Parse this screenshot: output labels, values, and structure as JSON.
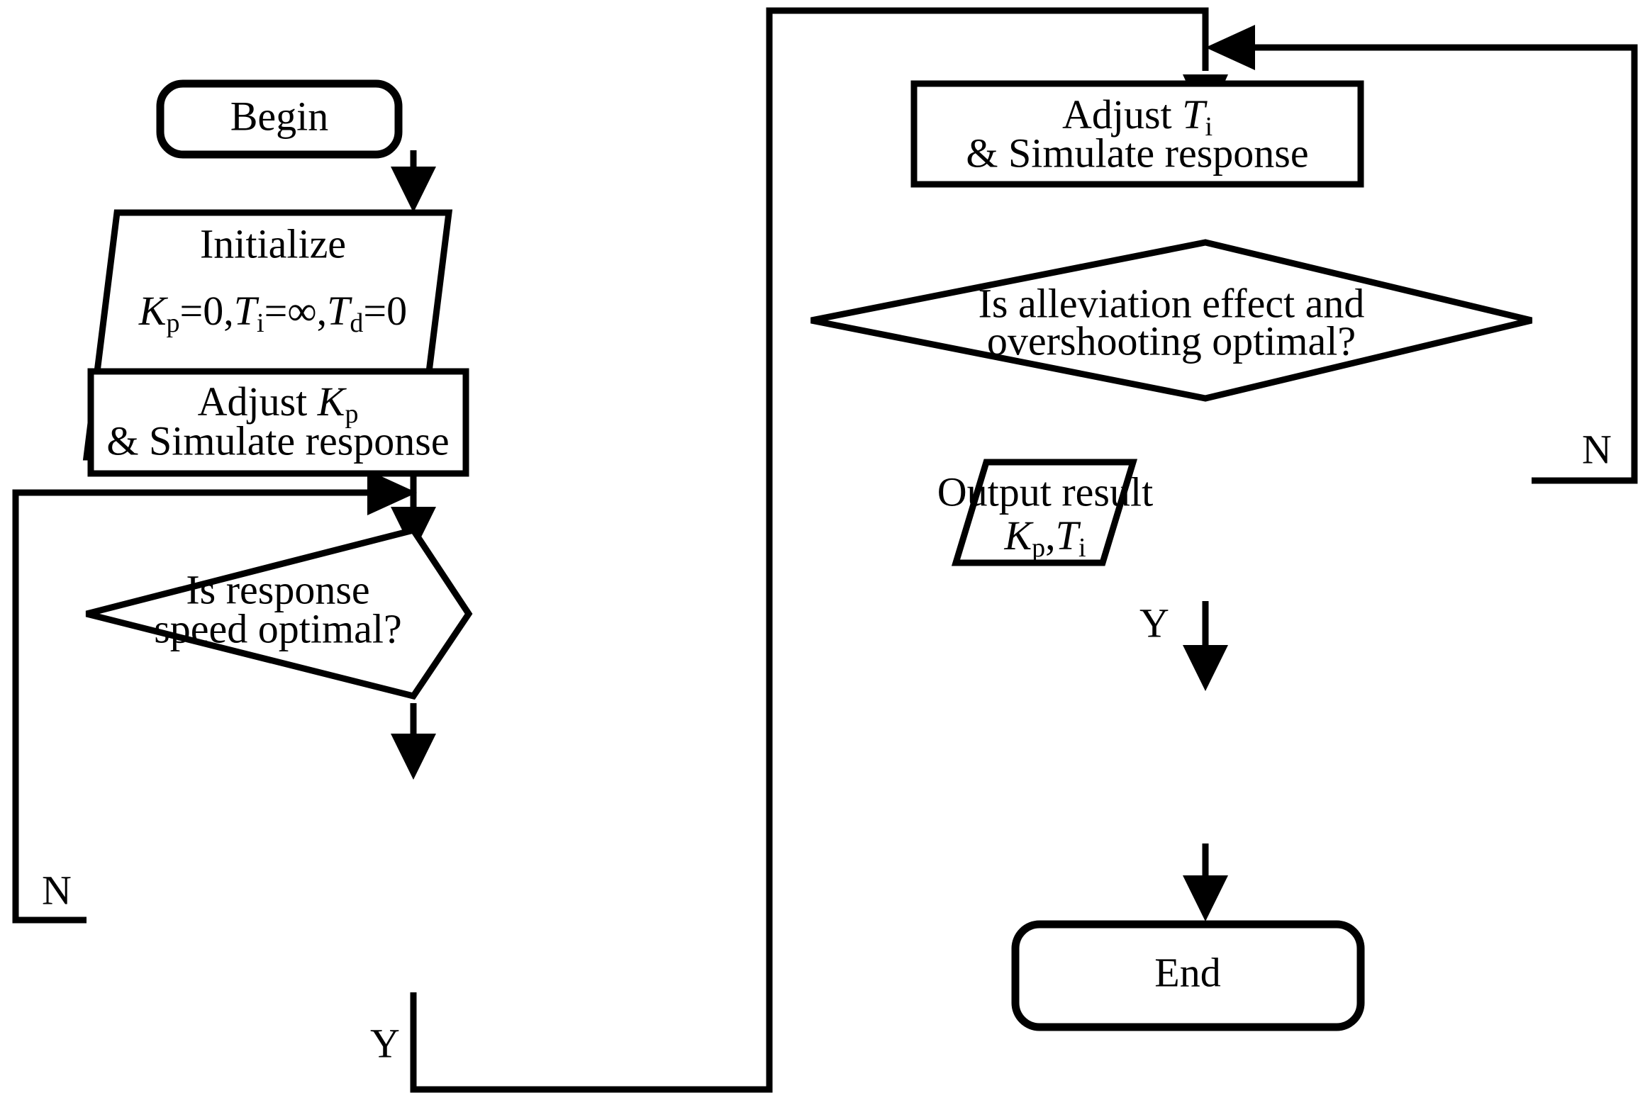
{
  "diagram": {
    "type": "flowchart",
    "title": "PID parameter tuning flowchart",
    "background_color": "#ffffff",
    "line_color": "#000000"
  },
  "nodes": {
    "begin": {
      "shape": "terminator",
      "label": "Begin"
    },
    "initialize": {
      "shape": "parallelogram",
      "line1": "Initialize",
      "line2_parts": {
        "k": "K",
        "k_sub": "p",
        "eq1": "=0,",
        "t1": "T",
        "t1_sub": "i",
        "eq2": "=∞,",
        "t2": "T",
        "t2_sub": "d",
        "eq3": "=0"
      },
      "line2_plain": "Kp=0,Ti=∞,Td=0"
    },
    "adjust_kp": {
      "shape": "process",
      "line1_prefix": "Adjust ",
      "line1_var": "K",
      "line1_var_sub": "p",
      "line2": "& Simulate response"
    },
    "decision_speed": {
      "shape": "decision",
      "line1": "Is response",
      "line2": "speed optimal?",
      "yes_label": "Y",
      "no_label": "N"
    },
    "adjust_ti": {
      "shape": "process",
      "line1_prefix": "Adjust ",
      "line1_var": "T",
      "line1_var_sub": "i",
      "line2": "& Simulate response"
    },
    "decision_alleviation": {
      "shape": "decision",
      "line1": "Is alleviation effect and",
      "line2": "overshooting optimal?",
      "yes_label": "Y",
      "no_label": "N"
    },
    "output_result": {
      "shape": "parallelogram",
      "line1": "Output result",
      "line2_parts": {
        "k": "K",
        "k_sub": "p",
        "comma": ",",
        "t": "T",
        "t_sub": "i"
      },
      "line2_plain": "Kp,Ti"
    },
    "end": {
      "shape": "terminator",
      "label": "End"
    }
  },
  "edges": [
    {
      "from": "begin",
      "to": "initialize",
      "label": ""
    },
    {
      "from": "initialize",
      "to": "adjust_kp",
      "label": ""
    },
    {
      "from": "adjust_kp",
      "to": "decision_speed",
      "label": ""
    },
    {
      "from": "decision_speed",
      "to": "adjust_kp",
      "label": "N"
    },
    {
      "from": "decision_speed",
      "to": "adjust_ti",
      "label": "Y"
    },
    {
      "from": "adjust_ti",
      "to": "decision_alleviation",
      "label": ""
    },
    {
      "from": "decision_alleviation",
      "to": "adjust_ti",
      "label": "N"
    },
    {
      "from": "decision_alleviation",
      "to": "output_result",
      "label": "Y"
    },
    {
      "from": "output_result",
      "to": "end",
      "label": ""
    }
  ]
}
